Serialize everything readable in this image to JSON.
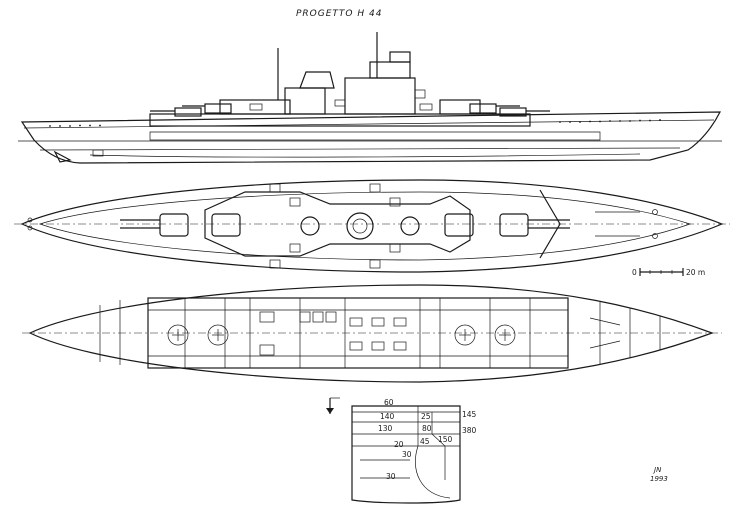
{
  "title": "PROGETTO H 44",
  "scale_bar": {
    "start_label": "0",
    "end_label": "20 m"
  },
  "section_dimensions": [
    "60",
    "140",
    "25",
    "145",
    "130",
    "80",
    "380",
    "45",
    "150",
    "20",
    "30",
    "30"
  ],
  "signature": {
    "initials": "JN",
    "year": "1993"
  },
  "views": [
    "profile-elevation",
    "deck-plan",
    "hull-armor-plan",
    "midship-section"
  ]
}
